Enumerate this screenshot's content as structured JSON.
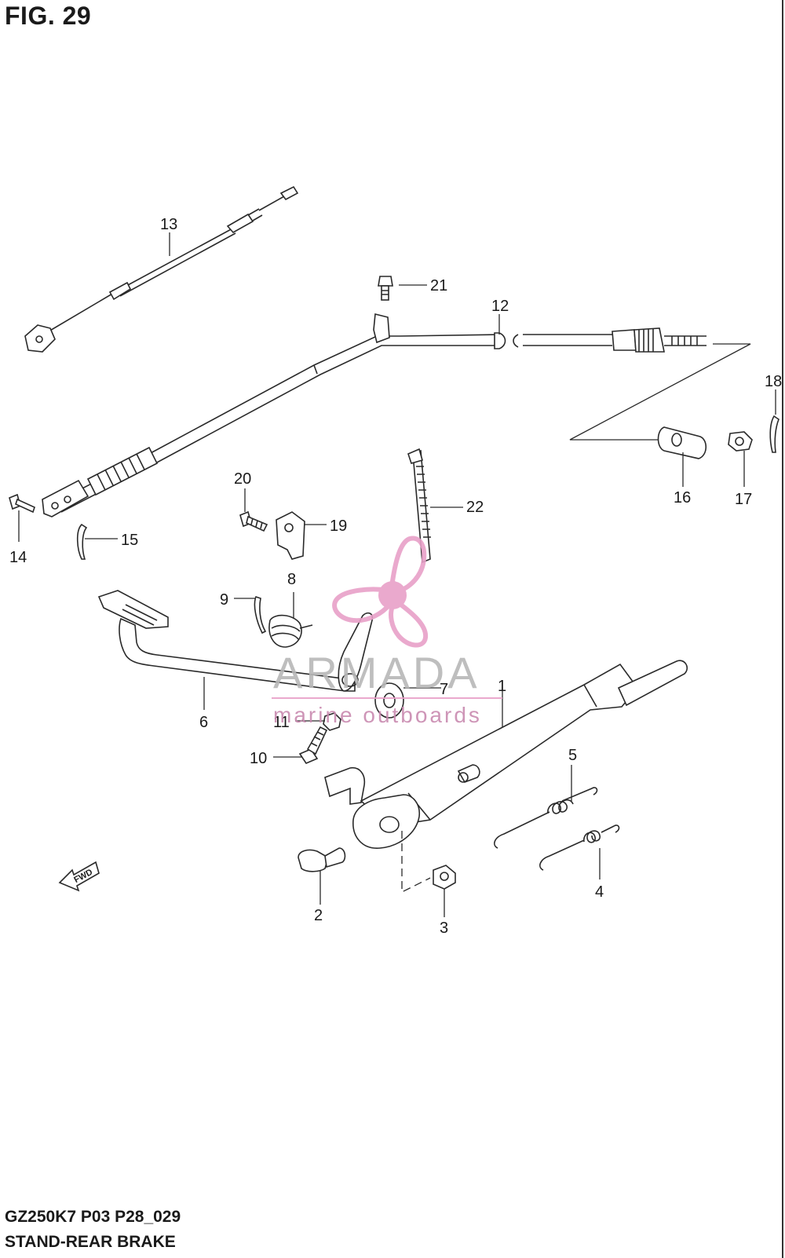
{
  "figure": {
    "title": "FIG. 29",
    "code": "GZ250K7 P03 P28_029",
    "section": "STAND-REAR BRAKE"
  },
  "callouts": [
    "1",
    "2",
    "3",
    "4",
    "5",
    "6",
    "7",
    "8",
    "9",
    "10",
    "11",
    "12",
    "13",
    "14",
    "15",
    "16",
    "17",
    "18",
    "19",
    "20",
    "21",
    "22"
  ],
  "fwd_label": "FWD",
  "watermark": {
    "brand": "ARMADA",
    "tagline": "marine outboards",
    "color": "#e8a0c8"
  }
}
